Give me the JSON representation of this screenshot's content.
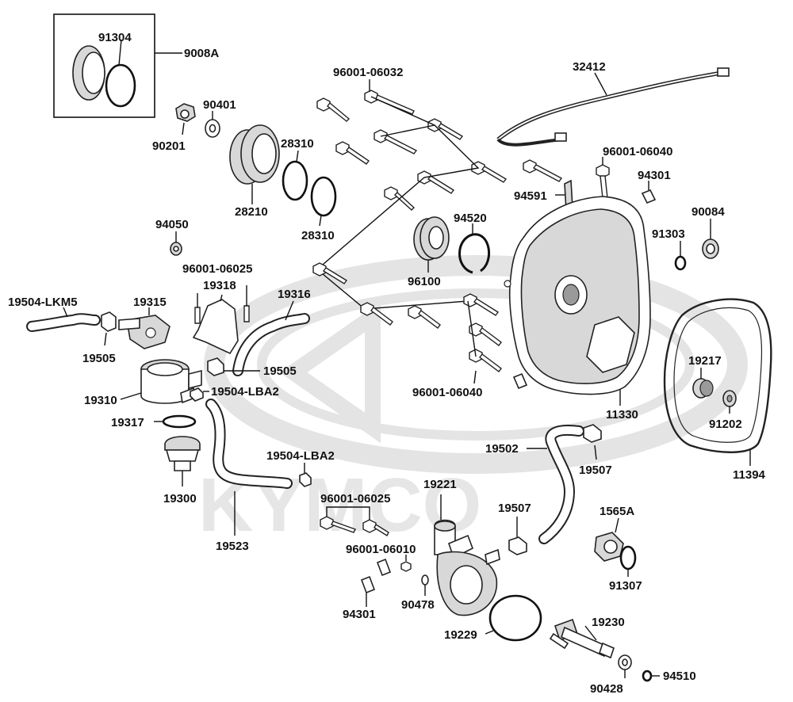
{
  "watermark": {
    "text": "KYMCO"
  },
  "labels": {
    "l91304": "91304",
    "l9008A": "9008A",
    "l90401": "90401",
    "l90201": "90201",
    "l28310a": "28310",
    "l28210": "28210",
    "l28310b": "28310",
    "l96001_06032": "96001-06032",
    "l32412": "32412",
    "l96001_06040a": "96001-06040",
    "l94301a": "94301",
    "l94591": "94591",
    "l94520": "94520",
    "l90084": "90084",
    "l91303": "91303",
    "l94050": "94050",
    "l96100": "96100",
    "l96001_06025a": "96001-06025",
    "l19318": "19318",
    "l19504_LKM5": "19504-LKM5",
    "l19315": "19315",
    "l19316": "19316",
    "l19505a": "19505",
    "l19505b": "19505",
    "l19310": "19310",
    "l19504_LBA2a": "19504-LBA2",
    "l19317": "19317",
    "l19300": "19300",
    "l19504_LBA2b": "19504-LBA2",
    "l19523": "19523",
    "l96001_06040b": "96001-06040",
    "l11330": "11330",
    "l19217": "19217",
    "l91202": "91202",
    "l11394": "11394",
    "l19502": "19502",
    "l19507a": "19507",
    "l19221": "19221",
    "l19507b": "19507",
    "l96001_06025b": "96001-06025",
    "l96001_06010": "96001-06010",
    "l94301b": "94301",
    "l90478": "90478",
    "l1565A": "1565A",
    "l91307": "91307",
    "l19229": "19229",
    "l19230": "19230",
    "l90428": "90428",
    "l94510": "94510"
  }
}
